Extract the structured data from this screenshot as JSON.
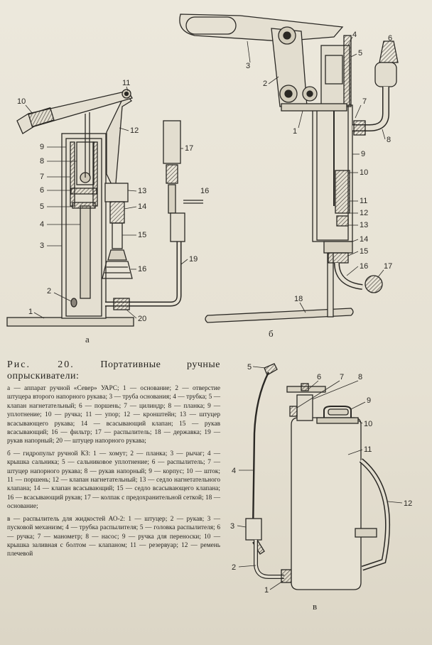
{
  "figure": {
    "number": "Рис. 20.",
    "title": "Портативные ручные опрыскиватели:",
    "sub_a": "а",
    "sub_b": "б",
    "sub_c": "в"
  },
  "labels_a": [
    "1",
    "2",
    "3",
    "4",
    "5",
    "6",
    "7",
    "8",
    "9",
    "10",
    "11",
    "12",
    "13",
    "14",
    "15",
    "16",
    "17",
    "16",
    "19",
    "20"
  ],
  "labels_b": [
    "1",
    "2",
    "3",
    "4",
    "5",
    "6",
    "7",
    "8",
    "9",
    "10",
    "11",
    "12",
    "13",
    "14",
    "15",
    "16",
    "17",
    "18"
  ],
  "labels_c": [
    "1",
    "2",
    "3",
    "4",
    "5",
    "6",
    "7",
    "8",
    "9",
    "10",
    "11",
    "12"
  ],
  "caption": {
    "a": "а — аппарат ручной «Север» УАРС; 1 — основание; 2 — отверстие штуцера второго напорного рукава; 3 — труба основания; 4 — трубка; 5 — клапан нагнетательный; 6 — поршень; 7 — цилиндр; 8 — планка; 9 — уплотнение; 10 — ручка; 11 — упор; 12 — кронштейн; 13 — штуцер всасывающего рукава; 14 — всасывающий клапан; 15 — рукав всасывающий; 16 — фильтр; 17 — распылитель; 18 — державка; 19 — рукав напорный; 20 — штуцер напорного рукава;",
    "b": "б — гидропульт ручной КЗ: 1 — хомут; 2 — планка; 3 — рычаг; 4 — крышка сальника; 5 — сальниковое уплотнение; 6 — распылитель; 7 — штуцер напорного рукава; 8 — рукав напорный; 9 — корпус; 10 — шток; 11 — поршень; 12 — клапан нагнетательный; 13 — седло нагнетательного клапана; 14 — клапан всасывающий; 15 — седло всасывающего клапана; 16 — всасывающий рукав; 17 — колпак с предохранительной сеткой; 18 — основание;",
    "c": "в — распылитель для жидкостей АО-2: 1 — штуцер; 2 — рукав; 3 — пусковой механизм; 4 — трубка распылителя; 5 — головка распылителя; 6 — ручка; 7 — манометр; 8 — насос; 9 — ручка для переноски; 10 — крышка заливная с болтом — клапаном; 11 — резервуар; 12 — ремень плечевой"
  },
  "colors": {
    "paper": "#e6e1d3",
    "ink": "#262420"
  }
}
